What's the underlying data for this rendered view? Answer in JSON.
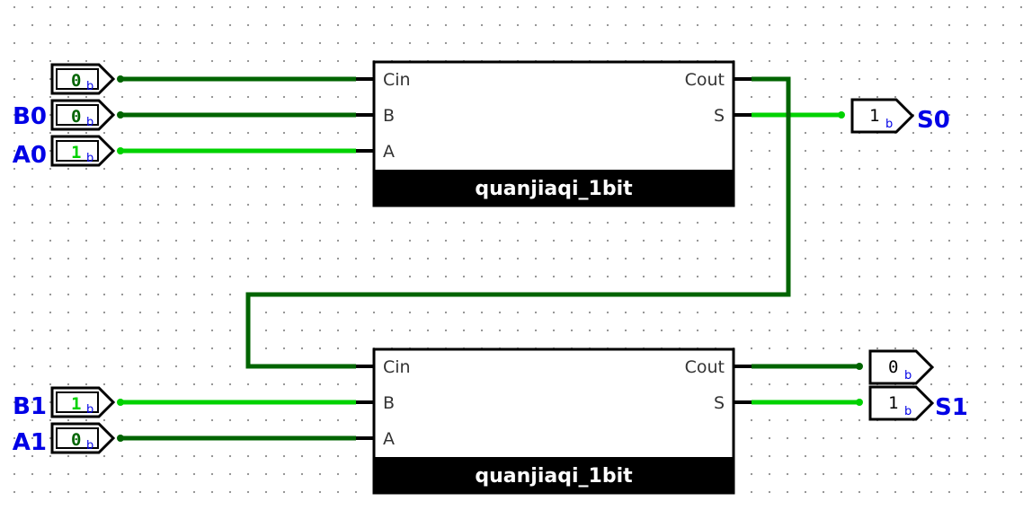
{
  "colors": {
    "wire_on": "#00d200",
    "wire_off": "#006400",
    "label": "#0000e6",
    "component_body": "#000000",
    "grid_dot": "#8c8c8c"
  },
  "components": [
    {
      "name": "quanjiaqi_1bit",
      "ports_in": [
        "Cin",
        "B",
        "A"
      ],
      "ports_out": [
        "Cout",
        "S"
      ]
    },
    {
      "name": "quanjiaqi_1bit",
      "ports_in": [
        "Cin",
        "B",
        "A"
      ],
      "ports_out": [
        "Cout",
        "S"
      ]
    }
  ],
  "input_pins": [
    {
      "label": "",
      "value": "0",
      "suffix": "b",
      "state": 0
    },
    {
      "label": "B0",
      "value": "0",
      "suffix": "b",
      "state": 0
    },
    {
      "label": "A0",
      "value": "1",
      "suffix": "b",
      "state": 1
    },
    {
      "label": "B1",
      "value": "1",
      "suffix": "b",
      "state": 1
    },
    {
      "label": "A1",
      "value": "0",
      "suffix": "b",
      "state": 0
    }
  ],
  "output_pins": [
    {
      "label": "S0",
      "value": "1",
      "suffix": "b",
      "state": 1
    },
    {
      "label": "",
      "value": "0",
      "suffix": "b",
      "state": 0
    },
    {
      "label": "S1",
      "value": "1",
      "suffix": "b",
      "state": 1
    }
  ]
}
